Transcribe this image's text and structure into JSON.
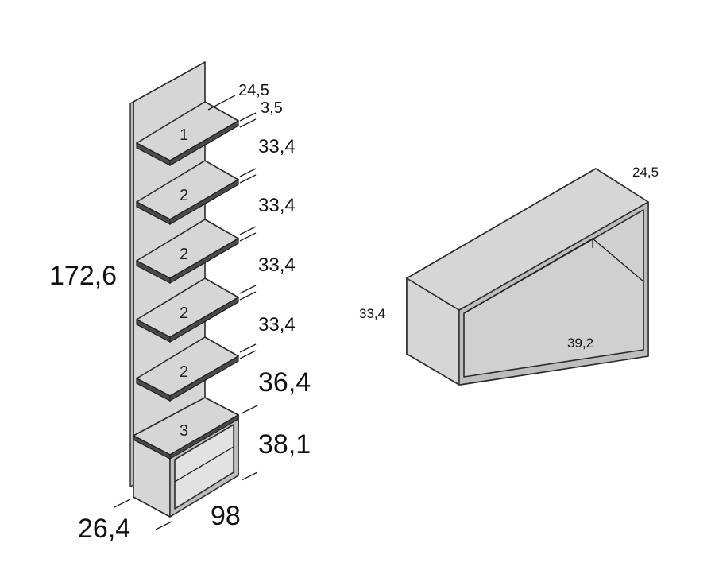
{
  "bookcase": {
    "dims": {
      "top_depth": "24,5",
      "top_thickness": "3,5",
      "gap_1": "33,4",
      "gap_2": "33,4",
      "gap_3": "33,4",
      "gap_4": "33,4",
      "gap_5": "36,4",
      "box_height": "38,1",
      "total_height": "172,6",
      "width": "98",
      "depth": "26,4"
    },
    "shelf_labels": [
      "1",
      "2",
      "2",
      "2",
      "2",
      "3"
    ]
  },
  "module": {
    "dims": {
      "depth": "24,5",
      "height": "33,4",
      "width": "39,2"
    }
  }
}
